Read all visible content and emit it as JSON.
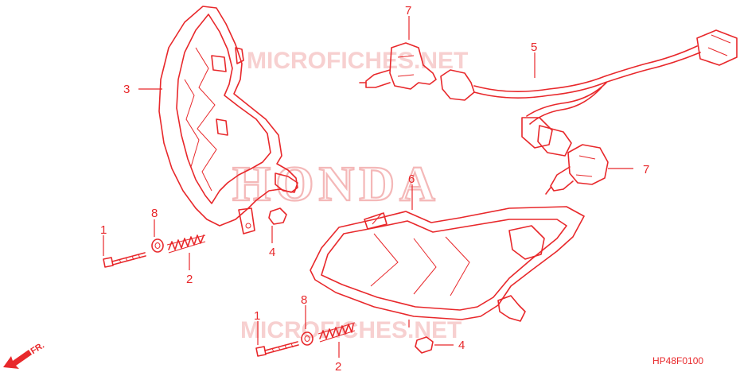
{
  "watermark_text": "MICROFICHES.NET",
  "brand_text": "HONDA",
  "front_indicator": "FR.",
  "diagram_code": "HP48F0100",
  "callouts": {
    "c7a": "7",
    "c5": "5",
    "c3": "3",
    "c7b": "7",
    "c6": "6",
    "c8a": "8",
    "c1a": "1",
    "c2a": "2",
    "c4a": "4",
    "c8b": "8",
    "c1b": "1",
    "c2b": "2",
    "c4b": "4"
  },
  "colors": {
    "line": "#e8282b",
    "watermark": "#f6c8c8",
    "background": "#ffffff"
  }
}
